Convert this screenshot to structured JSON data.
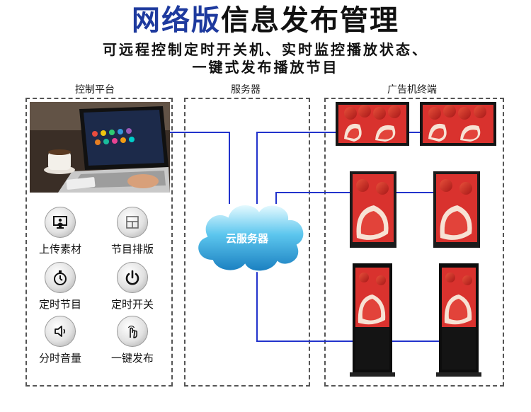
{
  "header": {
    "title_highlight": "网络版",
    "title_rest": "信息发布管理",
    "subtitle_line1": "可远程控制定时开关机、实时监控播放状态、",
    "subtitle_line2": "一键式发布播放节目"
  },
  "sections": {
    "control": "控制平台",
    "server": "服务器",
    "terminal": "广告机终端"
  },
  "cloud_label": "云服务器",
  "features": [
    {
      "label": "上传素材",
      "icon": "upload-monitor-icon"
    },
    {
      "label": "节目排版",
      "icon": "layout-grid-icon"
    },
    {
      "label": "定时节目",
      "icon": "stopwatch-icon"
    },
    {
      "label": "定时开关",
      "icon": "power-icon"
    },
    {
      "label": "分时音量",
      "icon": "speaker-icon"
    },
    {
      "label": "一键发布",
      "icon": "touch-hand-icon"
    }
  ],
  "colors": {
    "title_highlight": "#1e3a9e",
    "connector": "#2233cc",
    "cloud": "#29a8e0"
  }
}
